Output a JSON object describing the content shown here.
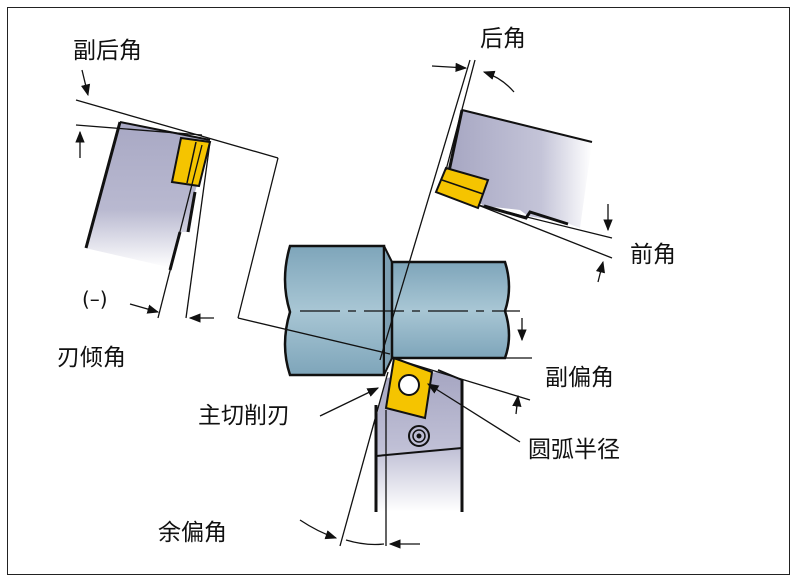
{
  "labels": {
    "minor_clearance_angle": "副后角",
    "clearance_angle": "后角",
    "rake_angle": "前角",
    "negative_sign": "(–)",
    "inclination_angle": "刃倾角",
    "minor_cutting_edge_angle": "副偏角",
    "major_cutting_edge": "主切削刃",
    "nose_radius": "圆弧半径",
    "approach_angle": "余偏角"
  },
  "colors": {
    "insert": "#f5c400",
    "workpiece": "#8fb2c4",
    "tool_body": "#b7b7cc"
  }
}
